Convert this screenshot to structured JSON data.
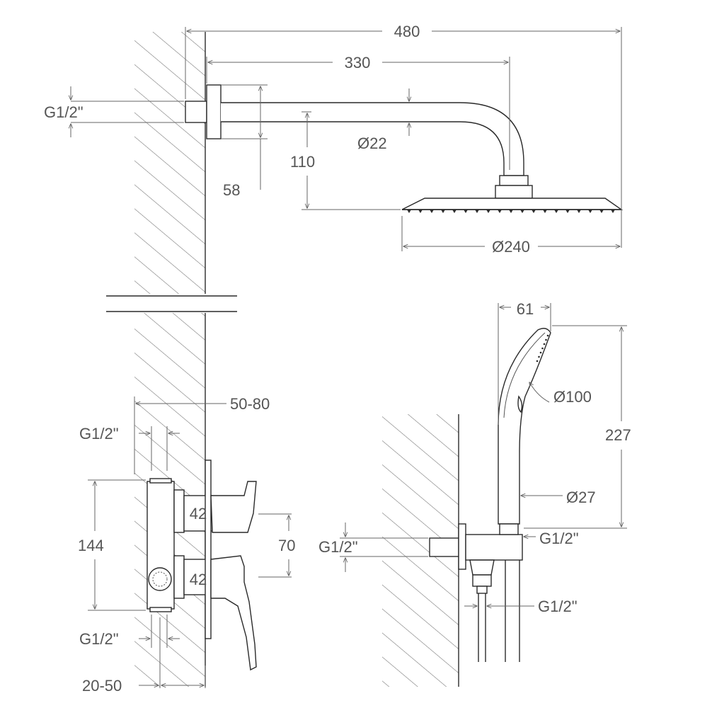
{
  "colors": {
    "line": "#2a2a2a",
    "dimension": "#666666",
    "text": "#555555",
    "background": "#ffffff"
  },
  "top_view": {
    "overall_length": "480",
    "arm_length": "330",
    "thread": "G1/2\"",
    "arm_diameter": "Ø22",
    "head_drop": "110",
    "flange_offset": "58",
    "head_diameter": "Ø240"
  },
  "mixer_view": {
    "wall_depth": "50-80",
    "inlet_thread_top": "G1/2\"",
    "body_height": "144",
    "upper_cartridge": "42",
    "lower_cartridge": "42",
    "spacing": "70",
    "inlet_thread_bottom": "G1/2\"",
    "install_depth": "20-50"
  },
  "hand_view": {
    "head_width": "61",
    "head_diameter": "Ø100",
    "length": "227",
    "handle_diameter": "Ø27",
    "handle_thread": "G1/2\"",
    "wall_thread": "G1/2\"",
    "hose_thread": "G1/2\""
  }
}
